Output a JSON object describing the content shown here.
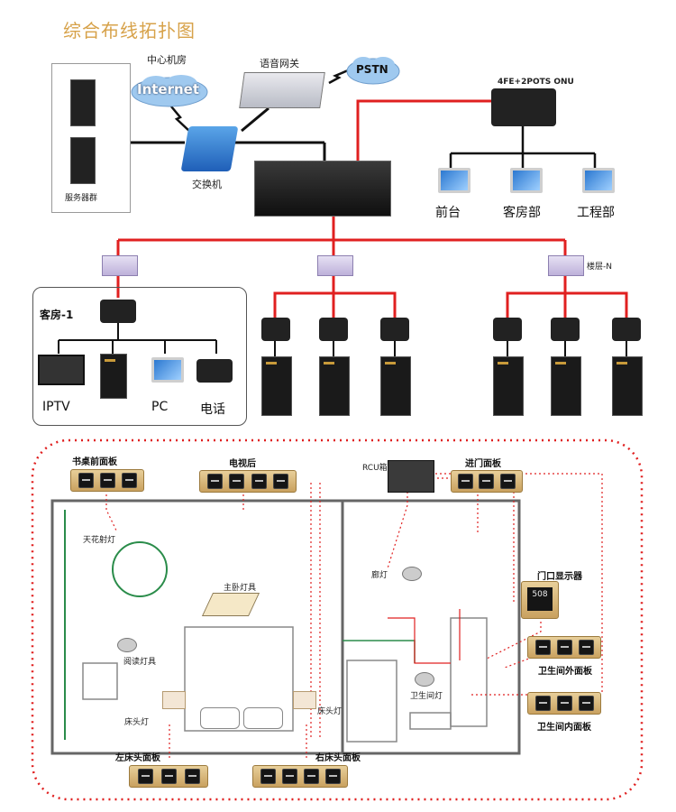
{
  "title": "综合布线拓扑图",
  "network": {
    "center_room": "中心机房",
    "internet": "Internet",
    "voice_gateway": "语音网关",
    "pstn": "PSTN",
    "switch": "交换机",
    "server_group": "服务器群",
    "onu_label": "4FE+2POTS ONU",
    "departments": [
      "前台",
      "客房部",
      "工程部"
    ],
    "floor_n": "楼层-N",
    "room_1": "客房-1",
    "room_devices": [
      "IPTV",
      "PC",
      "电话"
    ]
  },
  "room": {
    "panels": {
      "desk_front": "书桌前面板",
      "tv_back": "电视后",
      "rcu_box": "RCU箱",
      "entry": "进门面板",
      "door_display": "门口显示器",
      "door_display_value": "508",
      "bathroom_outer": "卫生间外面板",
      "bathroom_inner": "卫生间内面板",
      "left_bedside": "左床头面板",
      "right_bedside": "右床头面板"
    },
    "lights": {
      "ceiling_spot": "天花射灯",
      "main_light": "主卧灯具",
      "reading": "阅读灯具",
      "bedside_left": "床头灯",
      "bedside_right": "床头灯",
      "corridor": "廊灯",
      "bathroom": "卫生间灯"
    }
  },
  "colors": {
    "title": "#d7a24a",
    "red_line": "#e02020",
    "black_line": "#111111",
    "panel_gold": "#d6b37a",
    "dotted_border": "#e02020"
  }
}
